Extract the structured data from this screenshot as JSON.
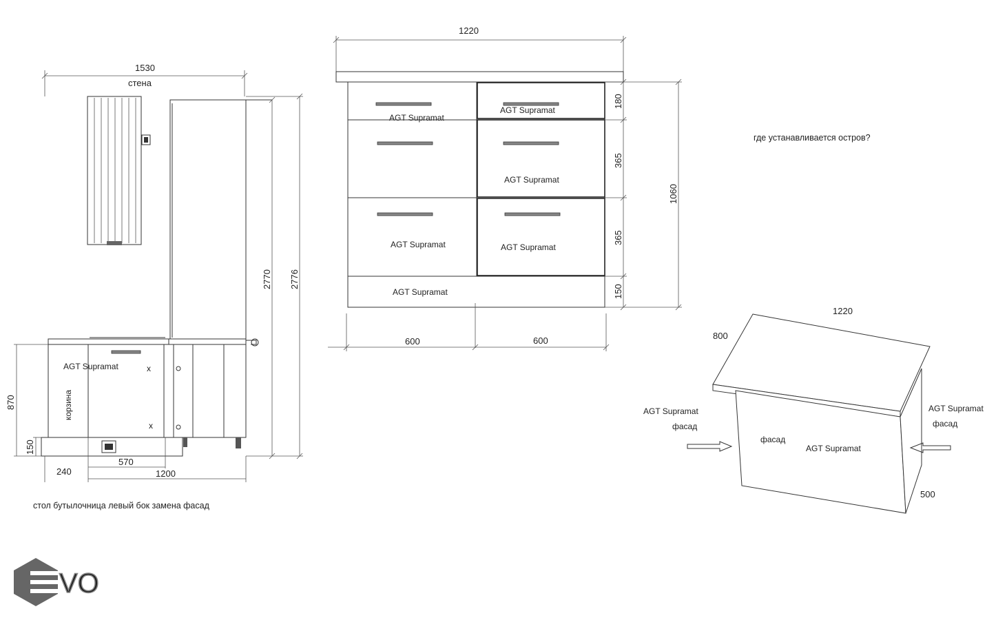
{
  "left_view": {
    "width_total": "1530",
    "wall_label": "стена",
    "height_inner": "2770",
    "height_outer": "2776",
    "base_height": "870",
    "plinth_height": "150",
    "dim_240": "240",
    "dim_570": "570",
    "dim_1200": "1200",
    "facade_label": "AGT Supramat",
    "basket_label": "корзина",
    "mark_x": "x",
    "caption": "стол бутылочница левый бок замена фасад"
  },
  "front_view": {
    "top_width": "1220",
    "drawer_h_small": "180",
    "drawer_h_mid1": "365",
    "drawer_h_mid2": "365",
    "plinth_h": "150",
    "total_h": "1060",
    "width_left": "600",
    "width_right": "600",
    "facade_labels": [
      "AGT Supramat",
      "AGT Supramat",
      "AGT Supramat",
      "AGT Supramat",
      "AGT Supramat",
      "AGT Supramat"
    ]
  },
  "island": {
    "question": "где устанавливается остров?",
    "width": "1220",
    "depth": "800",
    "height": "500",
    "left_material": "AGT Supramat",
    "left_facade": "фасад",
    "right_material": "AGT Supramat",
    "right_facade": "фасад",
    "front_facade": "фасад",
    "front_material": "AGT Supramat"
  },
  "logo": {
    "text": "VO",
    "icon": "hexagon-e-logo-icon"
  }
}
